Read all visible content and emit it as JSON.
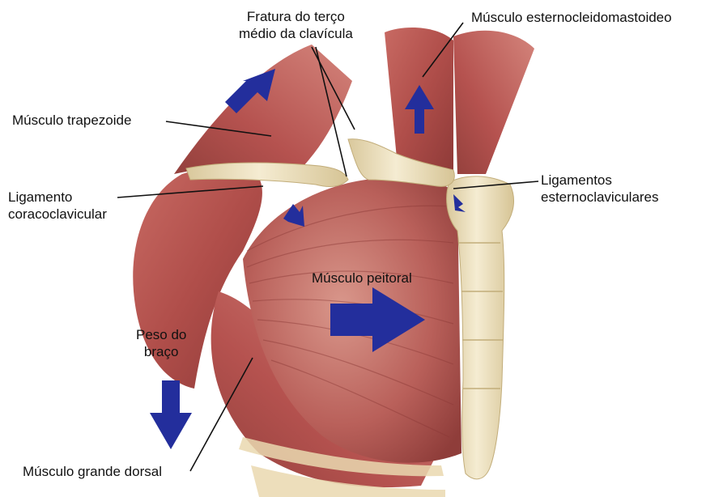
{
  "labels": {
    "fracture": {
      "line1": "Fratura do terço",
      "line2": "médio da clavícula"
    },
    "scm": "Músculo esternocleidomastoideo",
    "trapezoid": "Músculo trapezoide",
    "coraco": {
      "line1": "Ligamento",
      "line2": "coracoclavicular"
    },
    "sterno_lig": {
      "line1": "Ligamentos",
      "line2": "esternoclaviculares"
    },
    "pectoral": "Músculo peitoral",
    "arm_weight": {
      "line1": "Peso do",
      "line2": "braço"
    },
    "latissimus": "Músculo grande dorsal"
  },
  "colors": {
    "muscle": "#b5524f",
    "muscle_dark": "#8e3a38",
    "muscle_light": "#d98a80",
    "bone": "#efe2bf",
    "bone_shadow": "#cdbd92",
    "arrow": "#232e9c",
    "leader": "#111111"
  }
}
